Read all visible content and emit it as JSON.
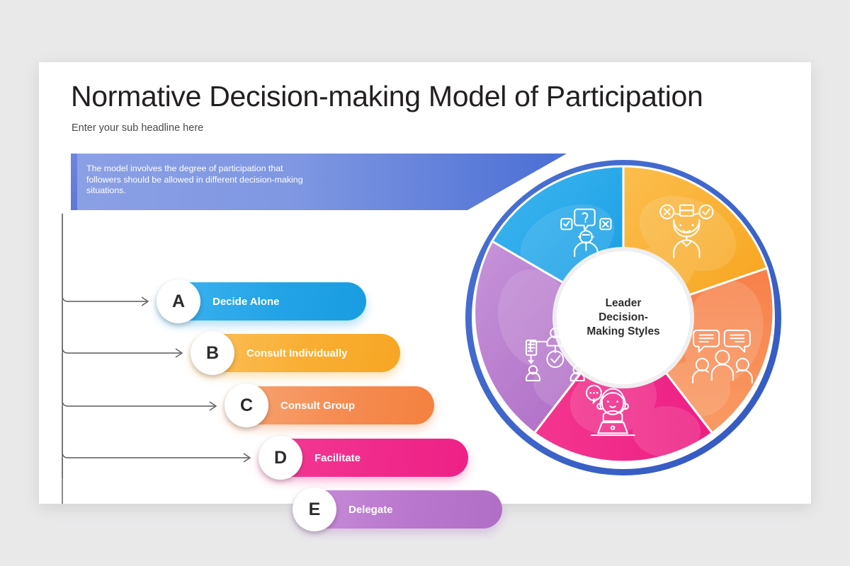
{
  "slide": {
    "title": "Normative Decision-making Model of Participation",
    "subtitle": "Enter your sub headline here"
  },
  "callout": {
    "text": "The model involves the degree of participation that followers should be allowed in different decision-making situations.",
    "gradient_from": "#7b93e0",
    "gradient_to": "#4c6fd6"
  },
  "steps": [
    {
      "key": "A",
      "label": "Decide Alone",
      "color": "#22a3e6"
    },
    {
      "key": "B",
      "label": "Consult Individually",
      "color": "#f7a623"
    },
    {
      "key": "C",
      "label": "Consult Group",
      "color": "#f4813f"
    },
    {
      "key": "D",
      "label": "Facilitate",
      "color": "#ee2186"
    },
    {
      "key": "E",
      "label": "Delegate",
      "color": "#b06ec6"
    }
  ],
  "donut": {
    "center_lines": [
      "Leader",
      "Decision-",
      "Making Styles"
    ],
    "ring_color": "#3c67cb",
    "segments": [
      {
        "name": "decide-alone",
        "color": "#22a3e6",
        "icon": "person-question-options-icon",
        "position": "top-left"
      },
      {
        "name": "consult-individually",
        "color": "#f9ae33",
        "icon": "person-choice-icon",
        "position": "top-right"
      },
      {
        "name": "consult-group",
        "color": "#f58c52",
        "icon": "group-discussion-icon",
        "position": "right"
      },
      {
        "name": "facilitate",
        "color": "#ee2186",
        "icon": "facilitator-headset-icon",
        "position": "bottom"
      },
      {
        "name": "delegate",
        "color": "#b977cd",
        "icon": "delegation-flow-icon",
        "position": "left"
      }
    ]
  },
  "chart_data": {
    "type": "pie",
    "title": "Leader Decision-Making Styles",
    "categories": [
      "Decide Alone",
      "Consult Individually",
      "Consult Group",
      "Facilitate",
      "Delegate"
    ],
    "values": [
      20,
      20,
      20,
      20,
      20
    ],
    "colors": [
      "#22a3e6",
      "#f9ae33",
      "#f58c52",
      "#ee2186",
      "#b977cd"
    ],
    "legend": "none",
    "donut_hole": true
  }
}
